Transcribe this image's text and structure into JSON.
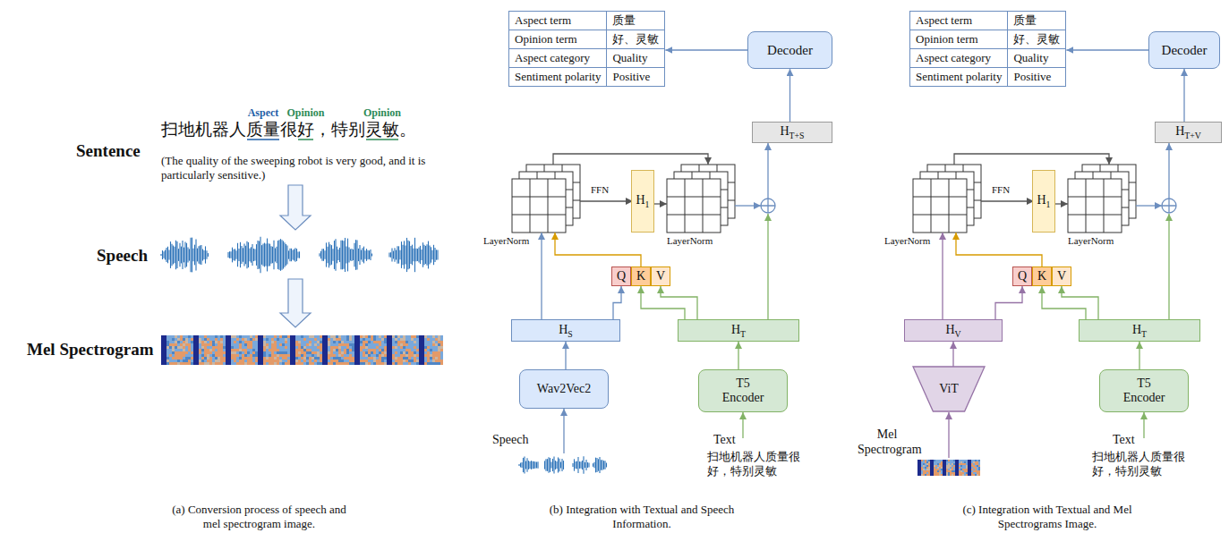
{
  "diagram": {
    "nodes": [
      {
        "text": [
          "Aspect term",
          "质量",
          "Opinion term",
          "好、灵敏",
          "Aspect category",
          "Quality",
          "Sentiment polarity",
          "Positive"
        ]
      },
      {
        "text": [
          "Decoder"
        ]
      },
      {
        "text": [
          "HT+S"
        ]
      },
      {
        "text": [
          "H1"
        ]
      },
      {
        "text": [
          "Q"
        ]
      },
      {
        "text": [
          "K"
        ]
      },
      {
        "text": [
          "V"
        ]
      },
      {
        "text": [
          "HS"
        ]
      },
      {
        "text": [
          "HT"
        ]
      },
      {
        "text": [
          "Wav2Vec2"
        ]
      },
      {
        "text": [
          "T5 Encoder"
        ]
      },
      {
        "text": [
          "Aspect term",
          "质量",
          "Opinion term",
          "好、灵敏",
          "Aspect category",
          "Quality",
          "Sentiment polarity",
          "Positive"
        ]
      },
      {
        "text": [
          "Decoder"
        ]
      },
      {
        "text": [
          "HT+V"
        ]
      },
      {
        "text": [
          "H1"
        ]
      },
      {
        "text": [
          "Q"
        ]
      },
      {
        "text": [
          "K"
        ]
      },
      {
        "text": [
          "V"
        ]
      },
      {
        "text": [
          "HV"
        ]
      },
      {
        "text": [
          "HT"
        ]
      },
      {
        "text": [
          "ViT"
        ]
      },
      {
        "text": [
          "T5 Encoder"
        ]
      }
    ],
    "edges": [
      {
        "from": 9,
        "to": 7,
        "arrow": "to"
      },
      {
        "from": 10,
        "to": 8,
        "arrow": "to"
      },
      {
        "from": 7,
        "to": 4,
        "arrow": "to"
      },
      {
        "from": 8,
        "to": 5,
        "arrow": "to"
      },
      {
        "from": 8,
        "to": 6,
        "arrow": "to"
      },
      {
        "from": 2,
        "to": 1,
        "arrow": "to"
      },
      {
        "from": 1,
        "to": 0,
        "arrow": "to"
      },
      {
        "from": 20,
        "to": 18,
        "arrow": "to"
      },
      {
        "from": 21,
        "to": 19,
        "arrow": "to"
      },
      {
        "from": 18,
        "to": 15,
        "arrow": "to"
      },
      {
        "from": 19,
        "to": 16,
        "arrow": "to"
      },
      {
        "from": 19,
        "to": 17,
        "arrow": "to"
      },
      {
        "from": 13,
        "to": 12,
        "arrow": "to"
      },
      {
        "from": 12,
        "to": 11,
        "arrow": "to"
      }
    ],
    "labels": [
      "Aspect",
      "Opinion",
      "Opinion",
      "Sentence",
      "扫地机器人质量很好，特别灵敏。",
      "(The quality of the sweeping robot is very good, and it is particularly sensitive.)",
      "Speech",
      "Mel Spectrogram",
      "(a) Conversion process of speech and mel spectrogram image.",
      "FFN",
      "LayerNorm",
      "LayerNorm",
      "Speech",
      "Text",
      "扫地机器人质量很 好，特别灵敏",
      "(b) Integration with Textual and Speech Information.",
      "FFN",
      "LayerNorm",
      "LayerNorm",
      "Mel Spectrogram",
      "Text",
      "扫地机器人质量很 好，特别灵敏",
      "(c) Integration with Textual and Mel Spectrograms Image."
    ]
  }
}
